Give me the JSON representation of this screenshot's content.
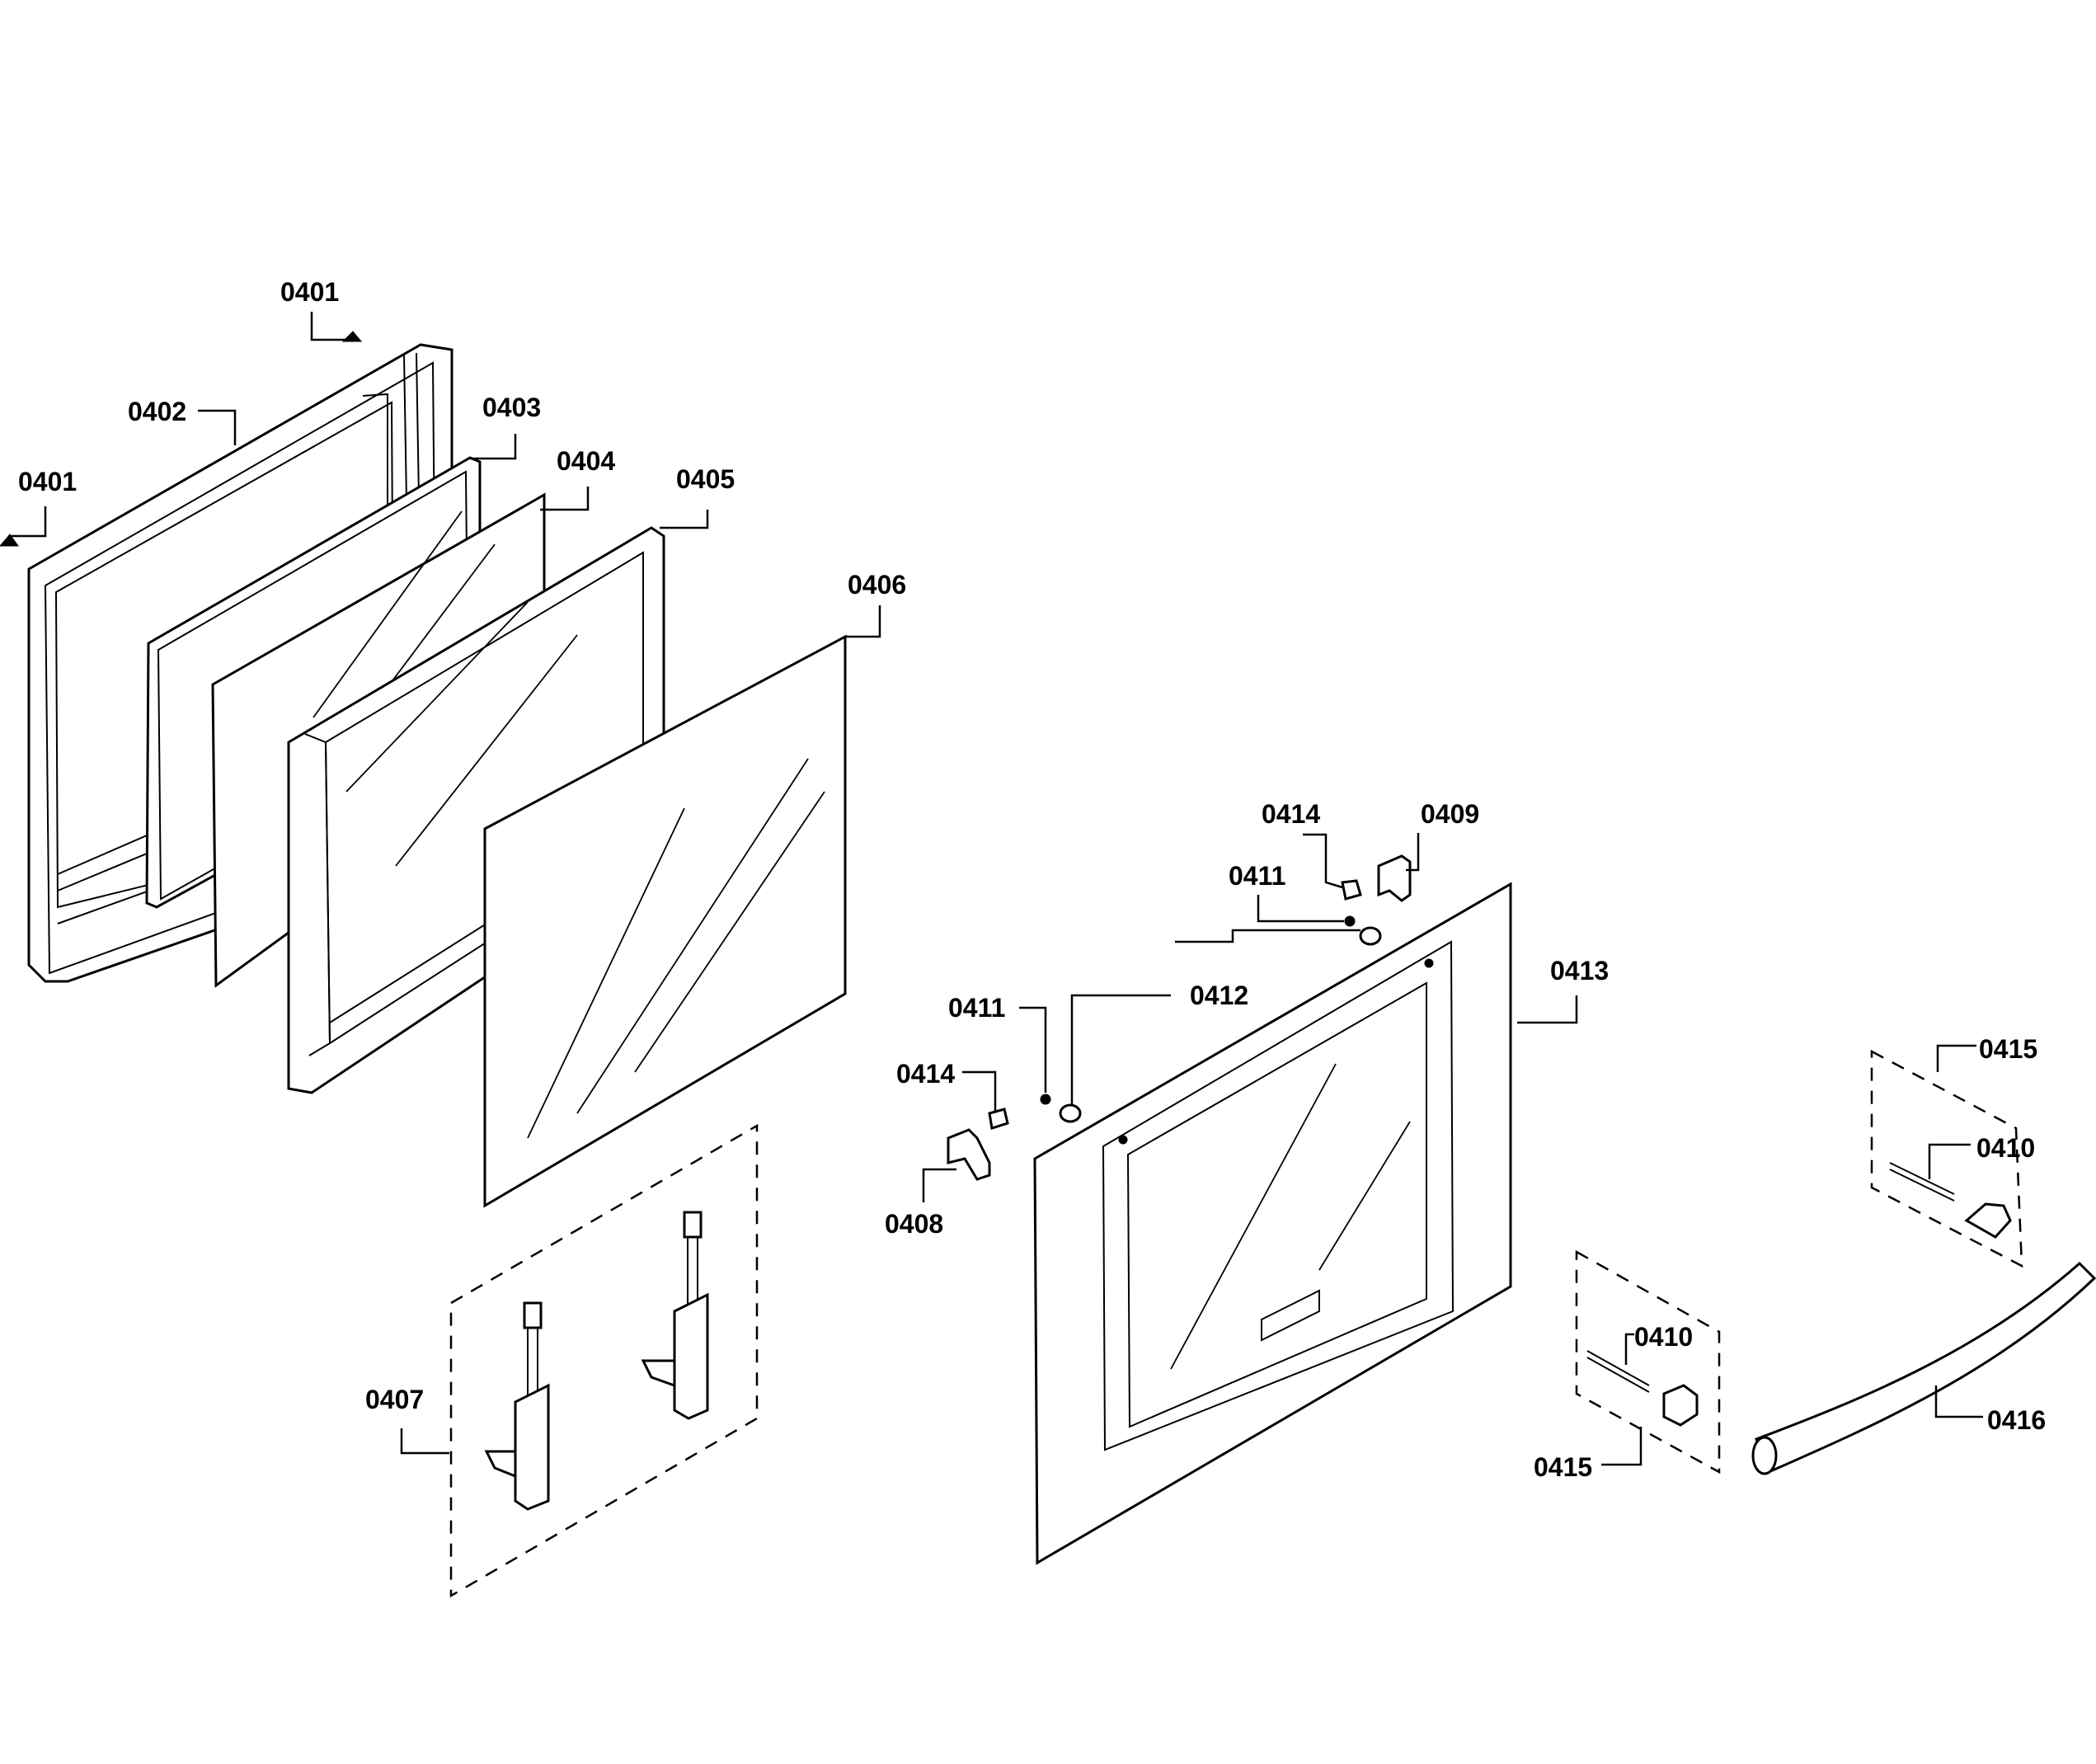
{
  "labels": {
    "p0401a": "0401",
    "p0401b": "0401",
    "p0402": "0402",
    "p0403": "0403",
    "p0404": "0404",
    "p0405": "0405",
    "p0406": "0406",
    "p0407": "0407",
    "p0408": "0408",
    "p0409": "0409",
    "p0410a": "0410",
    "p0410b": "0410",
    "p0411a": "0411",
    "p0411b": "0411",
    "p0412": "0412",
    "p0413": "0413",
    "p0414a": "0414",
    "p0414b": "0414",
    "p0415a": "0415",
    "p0415b": "0415",
    "p0416": "0416"
  }
}
